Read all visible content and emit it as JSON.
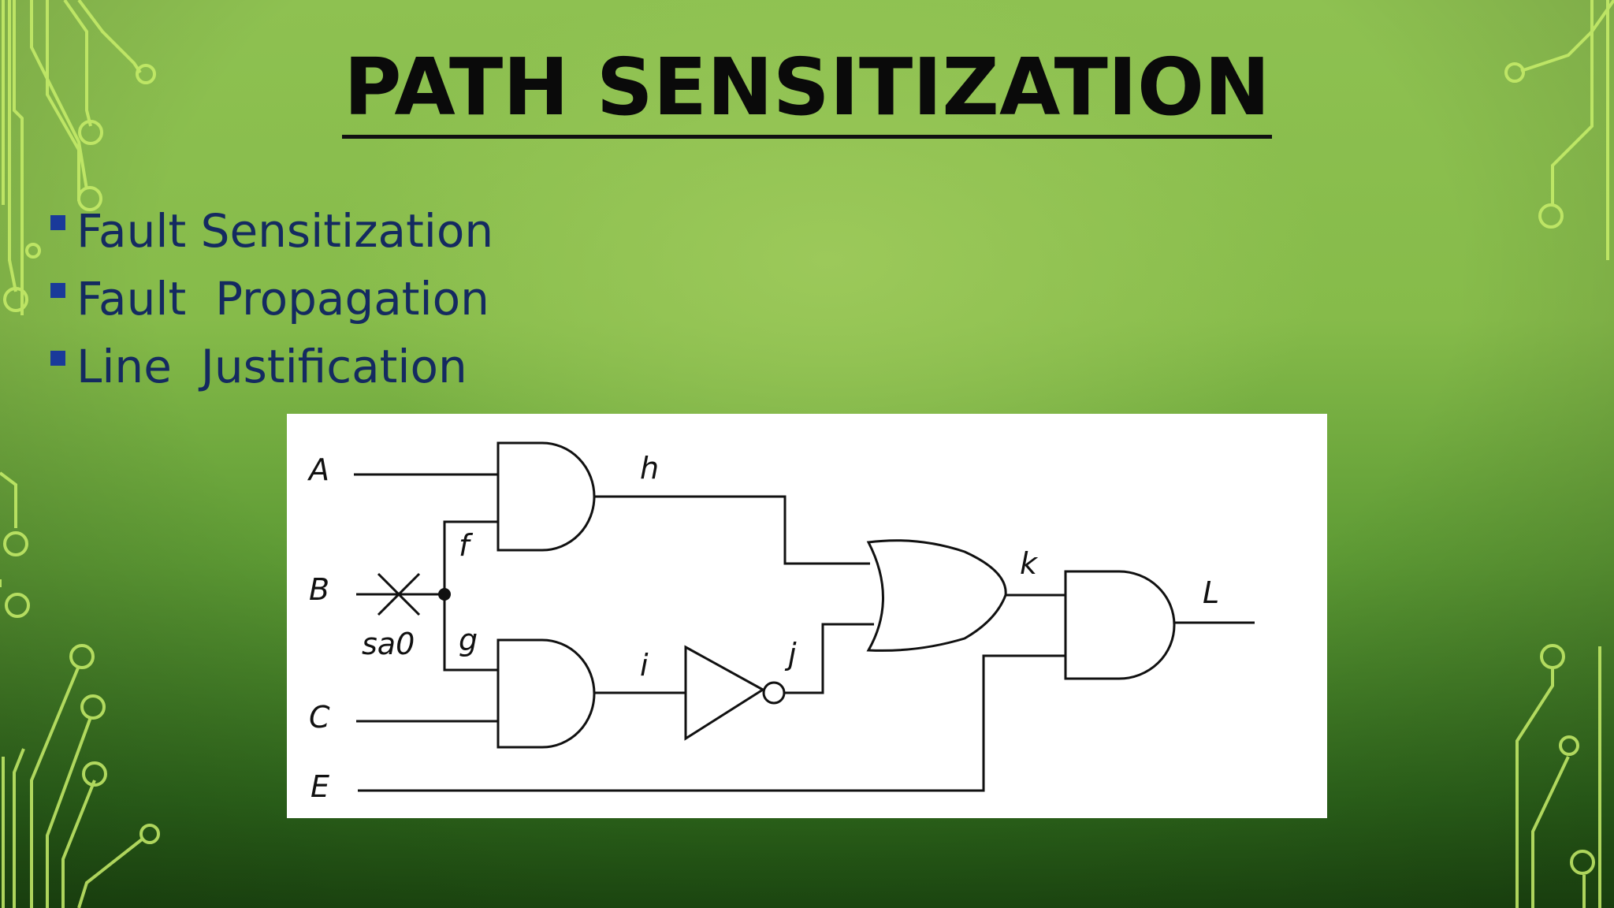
{
  "slide": {
    "title": "PATH SENSITIZATION",
    "accent_color": "#c8ee6a",
    "title_color": "#0a0a0a",
    "bullet_text_color": "#142a60",
    "bullet_marker_color": "#1a3a9a",
    "bullets": [
      {
        "label": "Fault Sensitization"
      },
      {
        "label": "Fault  Propagation"
      },
      {
        "label": "Line  Justification"
      }
    ]
  },
  "diagram": {
    "inputs": {
      "a": "A",
      "b": "B",
      "c": "C",
      "e": "E"
    },
    "nets": {
      "f": "f",
      "g": "g",
      "h": "h",
      "i": "i",
      "j": "j",
      "k": "k",
      "l": "L"
    },
    "fault_label": "sa0"
  }
}
